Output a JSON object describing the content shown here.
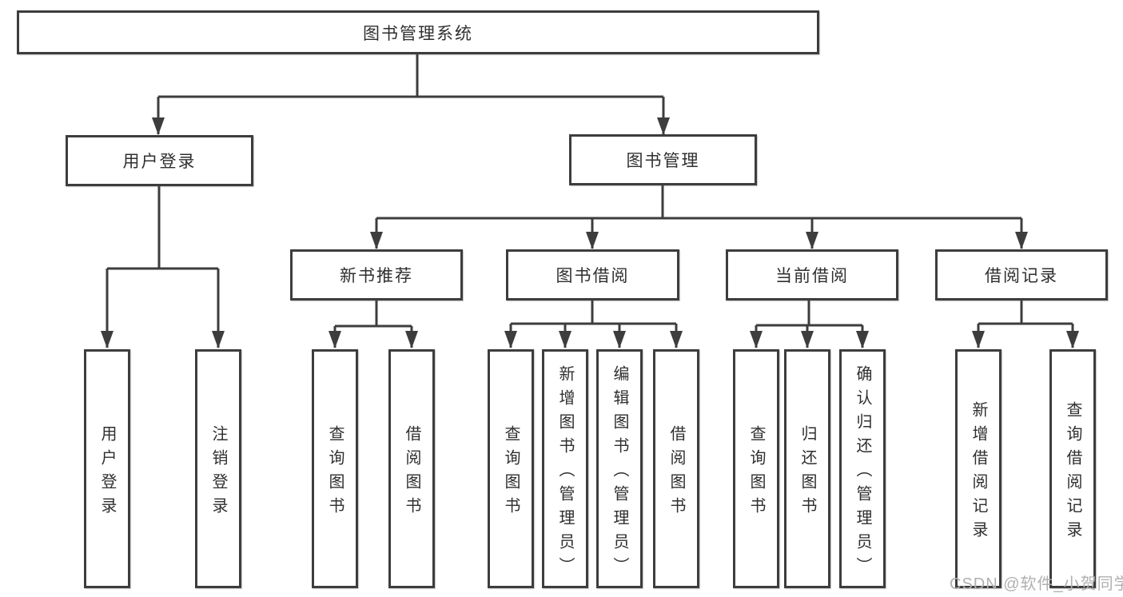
{
  "diagram": {
    "root": "图书管理系统",
    "branches": [
      {
        "label": "用户登录",
        "children": [
          {
            "label": "用户登录"
          },
          {
            "label": "注销登录"
          }
        ]
      },
      {
        "label": "图书管理",
        "children": [
          {
            "label": "新书推荐",
            "children": [
              {
                "label": "查询图书"
              },
              {
                "label": "借阅图书"
              }
            ]
          },
          {
            "label": "图书借阅",
            "children": [
              {
                "label": "查询图书"
              },
              {
                "label": "新增图书（管理员）"
              },
              {
                "label": "编辑图书（管理员）"
              },
              {
                "label": "借阅图书"
              }
            ]
          },
          {
            "label": "当前借阅",
            "children": [
              {
                "label": "查询图书"
              },
              {
                "label": "归还图书"
              },
              {
                "label": "确认归还（管理员）"
              }
            ]
          },
          {
            "label": "借阅记录",
            "children": [
              {
                "label": "新增借阅记录"
              },
              {
                "label": "查询借阅记录"
              }
            ]
          }
        ]
      }
    ]
  },
  "watermark": "CSDN @软件_小贺同学",
  "colors": {
    "line": "#3d3d3d",
    "box_border": "#3d3d3d",
    "box_fill": "#ffffff",
    "text": "#2f2f2f",
    "watermark": "#b0b0b0",
    "background": "#ffffff"
  }
}
